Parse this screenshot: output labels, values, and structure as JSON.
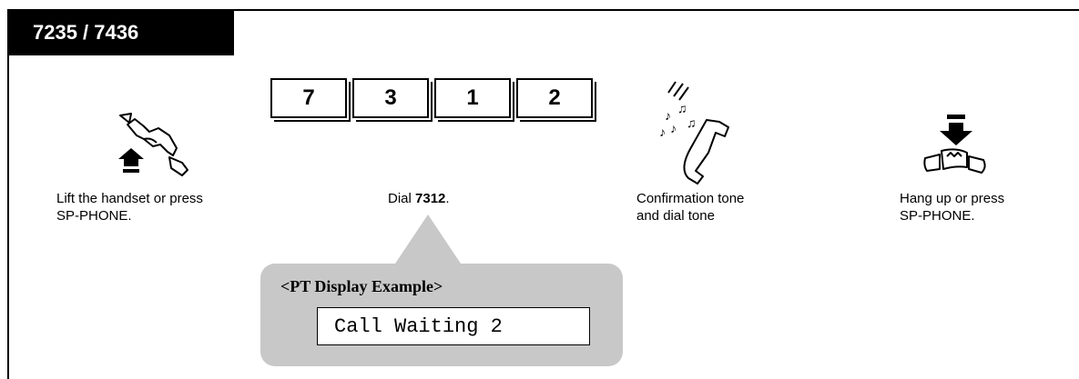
{
  "header": {
    "model_label": "7235 / 7436"
  },
  "keypad": {
    "digits": [
      "7",
      "3",
      "1",
      "2"
    ]
  },
  "steps": {
    "lift": {
      "line1": "Lift the handset or press",
      "line2": "SP-PHONE."
    },
    "dial": {
      "prefix": "Dial ",
      "code": "7312",
      "suffix": "."
    },
    "tone": {
      "line1": "Confirmation tone",
      "line2": "and dial tone"
    },
    "hangup": {
      "line1": "Hang up or press",
      "line2": "SP-PHONE."
    }
  },
  "display_example": {
    "title": "<PT Display Example>",
    "screen_text": "Call Waiting 2"
  },
  "icons": {
    "lift": "lift-handset-icon",
    "tone": "ringing-handset-icon",
    "hangup": "hang-up-icon"
  }
}
